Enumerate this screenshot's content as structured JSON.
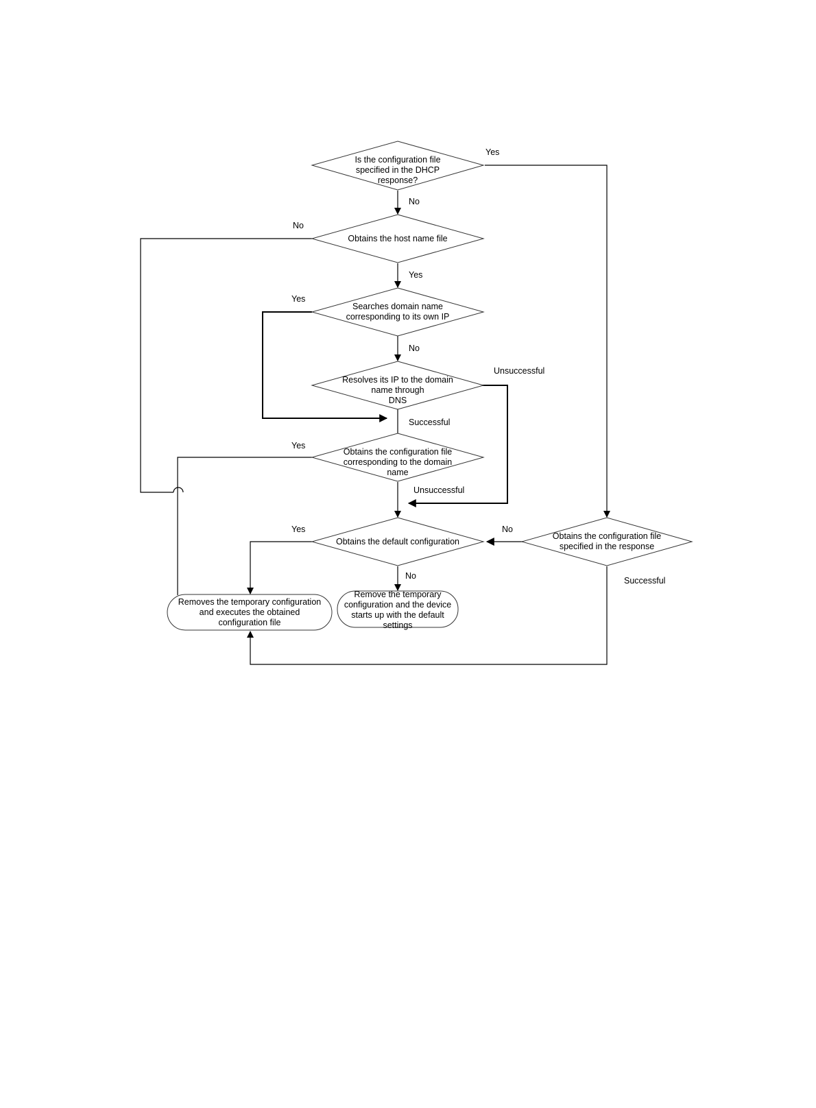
{
  "nodes": {
    "q_dhcp": [
      "Is the configuration file",
      "specified in the DHCP",
      "response?"
    ],
    "host_name": [
      "Obtains the host name file"
    ],
    "search_domain": [
      "Searches domain name",
      "corresponding to its own IP"
    ],
    "resolve_dns": [
      "Resolves its  IP to the domain",
      "name through",
      "DNS"
    ],
    "obtain_by_domain": [
      "Obtains the configuration file",
      "corresponding to the domain",
      "name"
    ],
    "obtain_default": [
      "Obtains the default configuration"
    ],
    "obtain_specified": [
      "Obtains the configuration file",
      "specified in the response"
    ],
    "execute_obtained": [
      "Removes the temporary configuration",
      "and executes the obtained",
      "configuration file"
    ],
    "default_settings": [
      "Remove the temporary",
      "configuration and the device",
      "starts up with the default",
      "settings"
    ]
  },
  "edge_labels": {
    "dhcp_yes": "Yes",
    "dhcp_no": "No",
    "host_no": "No",
    "host_yes": "Yes",
    "search_yes": "Yes",
    "search_no": "No",
    "dns_unsuccessful": "Unsuccessful",
    "dns_successful": "Successful",
    "domain_yes": "Yes",
    "domain_unsuccessful": "Unsuccessful",
    "default_yes": "Yes",
    "default_no": "No",
    "specified_no": "No",
    "specified_successful": "Successful"
  }
}
